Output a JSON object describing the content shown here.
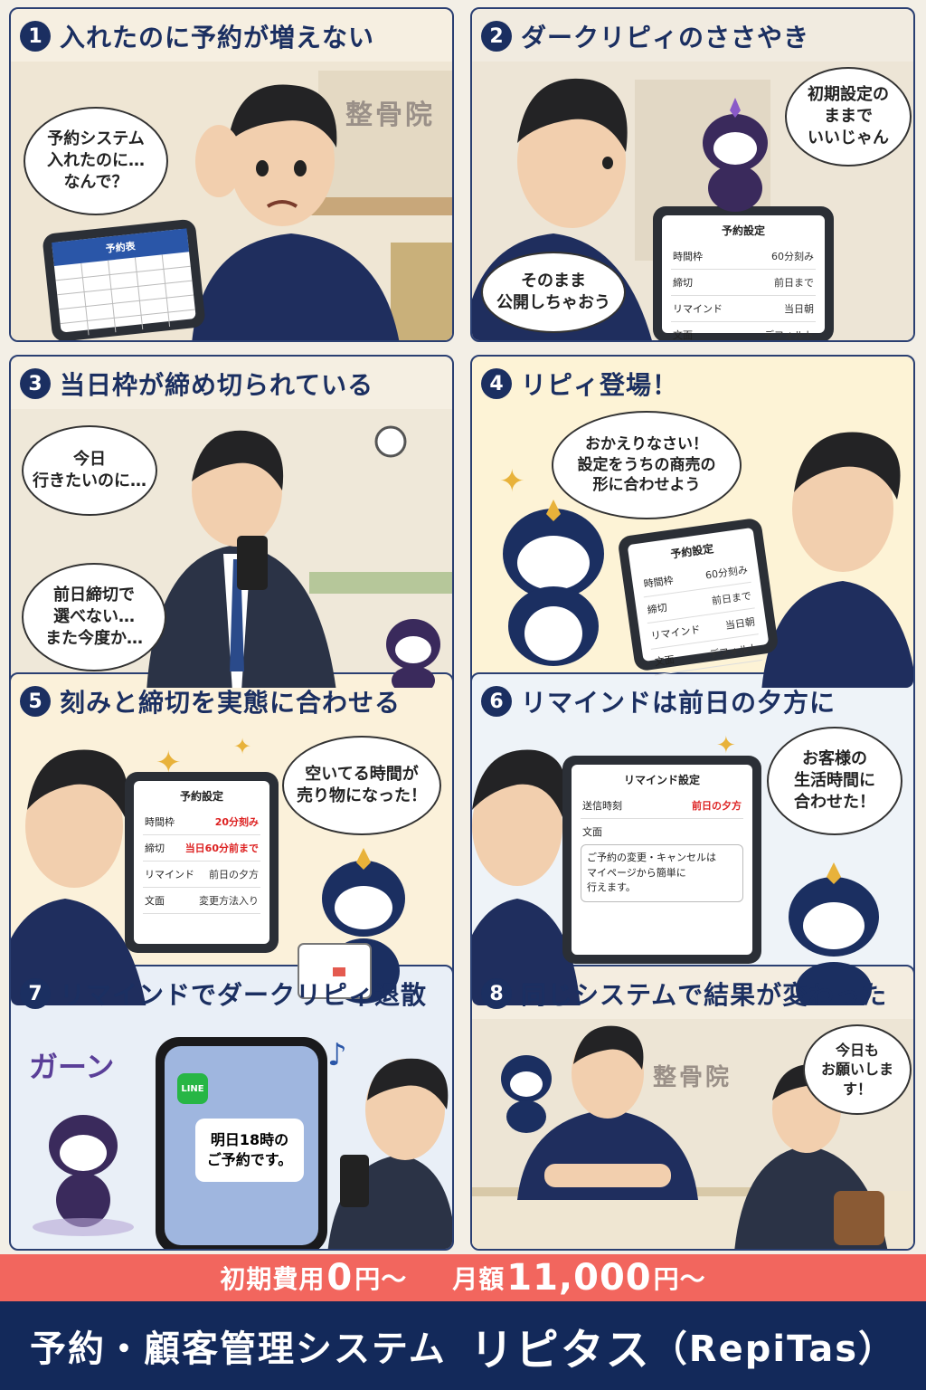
{
  "panels": [
    {
      "num": "1",
      "title": "入れたのに予約が増えない",
      "bubbles": [
        "予約システム\n入れたのに…\nなんで？"
      ],
      "sign": "整骨院",
      "screen_title": "予約表"
    },
    {
      "num": "2",
      "title": "ダークリピィのささやき",
      "bubbles": [
        "初期設定の\nままで\nいいじゃん",
        "そのまま\n公開しちゃおう"
      ],
      "screen_title": "予約設定",
      "rows": [
        [
          "時間枠",
          "60分刻み"
        ],
        [
          "締切",
          "前日まで"
        ],
        [
          "リマインド",
          "当日朝"
        ],
        [
          "文面",
          "デフォルト"
        ]
      ]
    },
    {
      "num": "3",
      "title": "当日枠が締め切られている",
      "bubbles": [
        "今日\n行きたいのに…",
        "前日締切で\n選べない…\nまた今度か…"
      ]
    },
    {
      "num": "4",
      "title": "リピィ登場！",
      "bubbles": [
        "おかえりなさい！\n設定をうちの商売の\n形に合わせよう"
      ],
      "screen_title": "予約設定",
      "rows": [
        [
          "時間枠",
          "60分刻み"
        ],
        [
          "締切",
          "前日まで"
        ],
        [
          "リマインド",
          "当日朝"
        ],
        [
          "文面",
          "デフォルト"
        ]
      ]
    },
    {
      "num": "5",
      "title": "刻みと締切を実態に合わせる",
      "bubbles": [
        "空いてる時間が\n売り物になった！"
      ],
      "screen_title": "予約設定",
      "rows": [
        [
          "時間枠",
          "20分刻み"
        ],
        [
          "締切",
          "当日60分前まで"
        ],
        [
          "リマインド",
          "前日の夕方"
        ],
        [
          "文面",
          "変更方法入り"
        ]
      ]
    },
    {
      "num": "6",
      "title": "リマインドは前日の夕方に",
      "bubbles": [
        "お客様の\n生活時間に\n合わせた！"
      ],
      "screen_title": "リマインド設定",
      "send_label": "送信時刻",
      "send_value": "前日の夕方",
      "text_label": "文面",
      "message": "ご予約の変更・キャンセルは\nマイページから簡単に\n行えます。"
    },
    {
      "num": "7",
      "title": "リマインドでダークリピィ退散",
      "shock": "ガーン",
      "app": "LINE",
      "msg": "明日18時の\nご予約です。"
    },
    {
      "num": "8",
      "title": "同じシステムで結果が変わった",
      "bubbles": [
        "今日も\nお願いします！"
      ],
      "sign": "整骨院"
    }
  ],
  "price": {
    "a": "初期費用",
    "b": "0",
    "c": "円〜",
    "d": "月額",
    "e": "11,000",
    "f": "円〜"
  },
  "footer": {
    "product": "予約・顧客管理システム",
    "brand": "リピタス",
    "paren": "（RepiTas）"
  },
  "colors": {
    "navy": "#1b2f61",
    "red": "#f2665e",
    "mascot": "#1b2f61",
    "dark_mascot": "#3a2a5c"
  }
}
